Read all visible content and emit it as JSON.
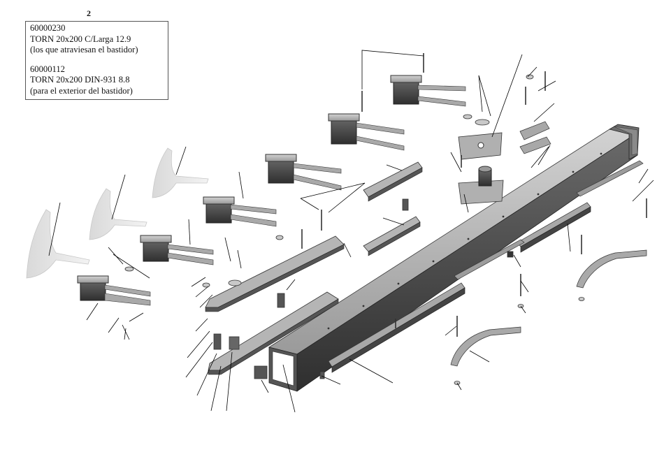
{
  "page_number": "2",
  "notes": [
    {
      "code": "60000230",
      "description": "TORN 20x200 C/Larga 12.9",
      "note": "(los que atraviesan el bastidor)"
    },
    {
      "code": "60000112",
      "description": "TORN 20x200 DIN-931 8.8",
      "note": "(para el exterior del bastidor)"
    }
  ],
  "colors": {
    "steel": "#8e8e8e",
    "steel_light": "#c9c9c9",
    "steel_dark": "#4a4a4a",
    "shadow": "#2d2d2d",
    "ghost": "#e4e4e4",
    "leader": "#000000"
  }
}
